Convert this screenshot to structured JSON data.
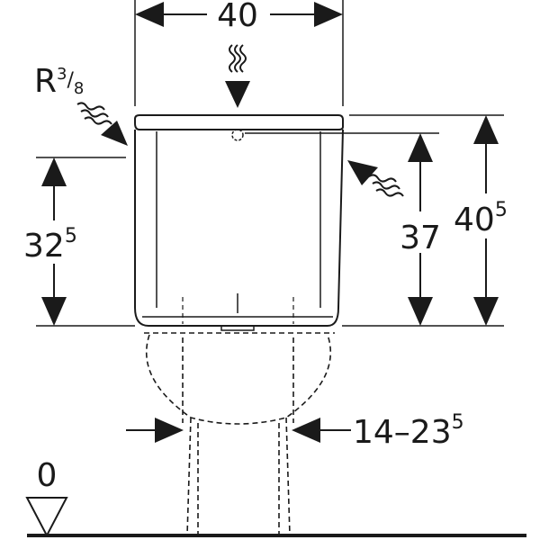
{
  "colors": {
    "ink": "#1a1a1a",
    "background": "#ffffff"
  },
  "dimensions": {
    "width": {
      "value": "40"
    },
    "total_height": {
      "main": "40",
      "sup": "5"
    },
    "inlet_height": {
      "value": "37"
    },
    "side_inlet_height": {
      "main": "32",
      "sup": "5"
    },
    "bowl_width": {
      "main": "14–23",
      "sup": "5"
    },
    "floor_level": {
      "value": "0"
    },
    "thread": {
      "main": "R",
      "frac_num": "3",
      "frac_slash": "/",
      "frac_den": "8"
    }
  },
  "icons": [
    "floor-level-triangle-icon",
    "water-inflow-icon"
  ]
}
